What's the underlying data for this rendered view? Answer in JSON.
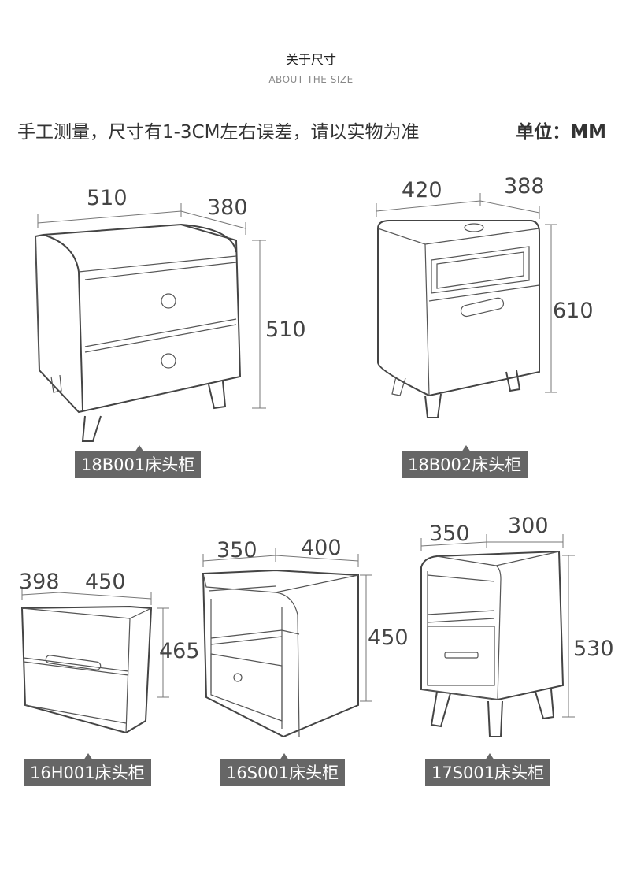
{
  "header": {
    "title_cn": "关于尺寸",
    "title_en": "ABOUT THE SIZE",
    "note": "手工测量，尺寸有1-3CM左右误差，请以实物为准",
    "unit": "单位：MM"
  },
  "products": [
    {
      "label": "18B001床头柜",
      "width": "510",
      "depth": "380",
      "height": "510"
    },
    {
      "label": "18B002床头柜",
      "width": "420",
      "depth": "388",
      "height": "610"
    },
    {
      "label": "16H001床头柜",
      "width": "450",
      "depth": "398",
      "height": "465"
    },
    {
      "label": "16S001床头柜",
      "width": "400",
      "depth": "350",
      "height": "450"
    },
    {
      "label": "17S001床头柜",
      "width": "300",
      "depth": "350",
      "height": "530"
    }
  ]
}
